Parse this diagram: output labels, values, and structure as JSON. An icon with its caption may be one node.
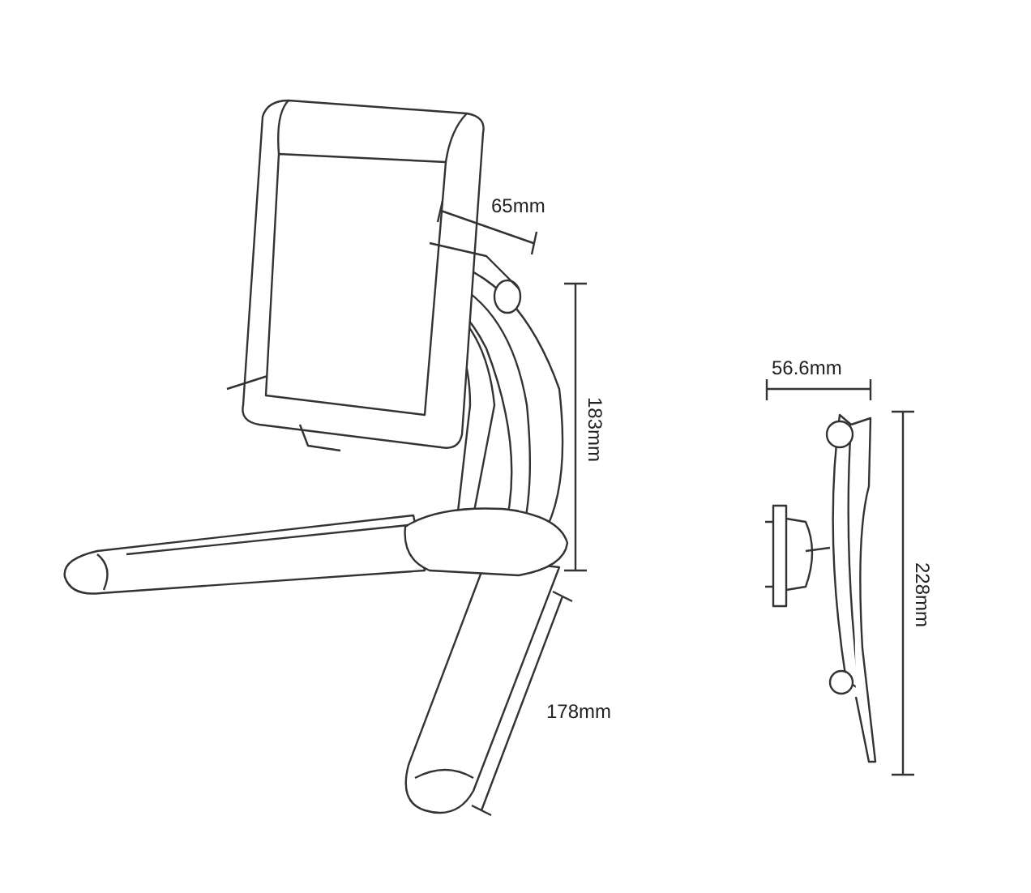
{
  "diagram": {
    "labels": [
      "65mm",
      "183mm",
      "178mm",
      "56.6mm",
      "228mm"
    ]
  }
}
